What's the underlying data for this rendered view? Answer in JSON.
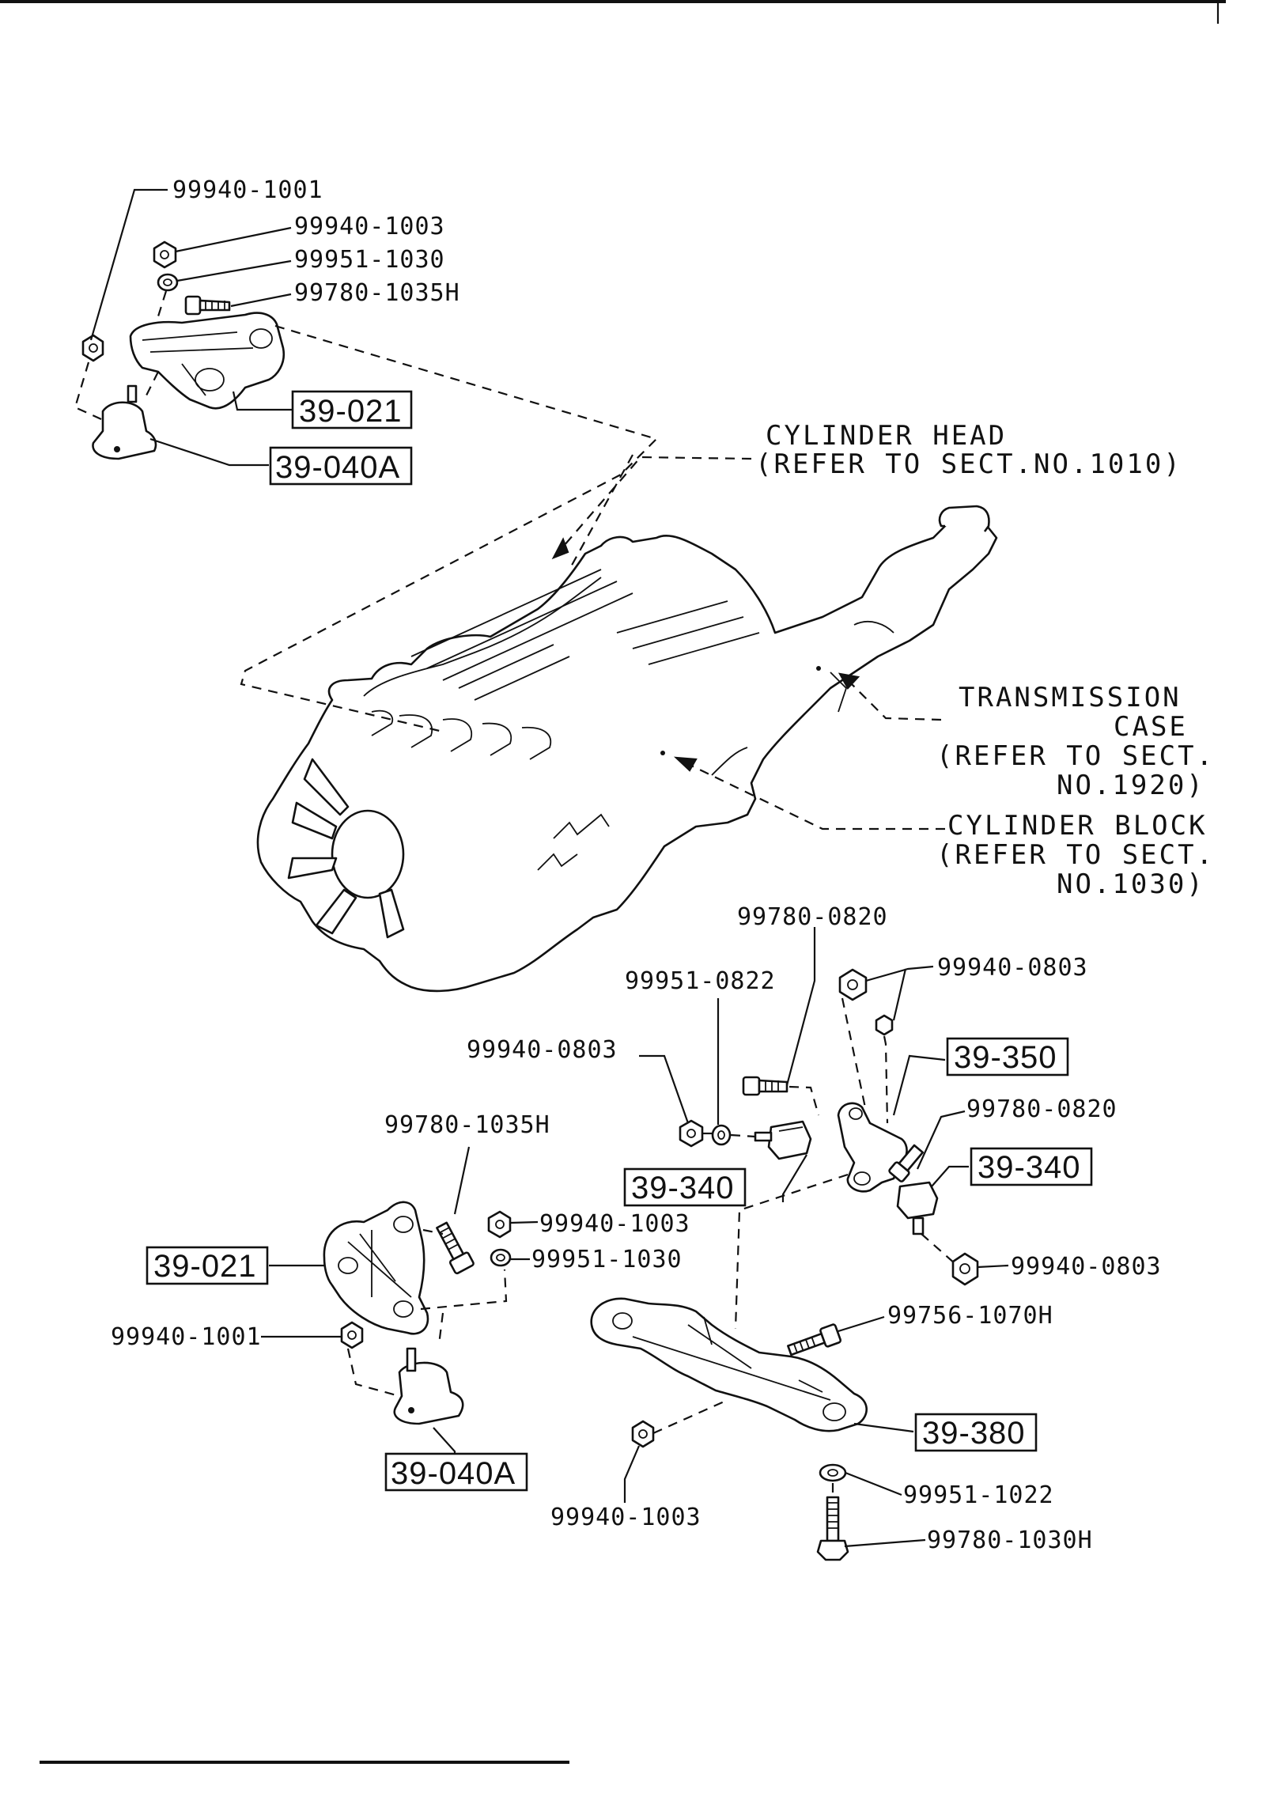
{
  "colors": {
    "ink": "#111111",
    "paper": "#ffffff"
  },
  "labels": {
    "upper": {
      "nut_1001": "99940-1001",
      "nut_1003": "99940-1003",
      "washer_1030": "99951-1030",
      "bolt_1035h": "99780-1035H",
      "bracket": "39-021",
      "mount": "39-040A"
    },
    "references": {
      "cylinder_head": [
        "CYLINDER HEAD",
        "(REFER TO SECT.NO.1010)"
      ],
      "transmission_case": [
        "TRANSMISSION",
        "CASE",
        "(REFER TO SECT.",
        "NO.1920)"
      ],
      "cylinder_block": [
        "CYLINDER BLOCK",
        "(REFER TO SECT.",
        "NO.1030)"
      ]
    },
    "lower_left": {
      "bolt_1035h": "99780-1035H",
      "nut_1003": "99940-1003",
      "washer_1030": "99951-1030",
      "bracket": "39-021",
      "nut_1001": "99940-1001",
      "mount": "39-040A"
    },
    "rear": {
      "bolt_0820_top": "99780-0820",
      "washer_0822": "99951-0822",
      "nut_0803_top": "99940-0803",
      "nut_0803_left": "99940-0803",
      "bracket_350": "39-350",
      "bolt_0820_right": "99780-0820",
      "mount_340_right": "39-340",
      "mount_340_left": "39-340",
      "nut_0803_bottom": "99940-0803",
      "bolt_1070h": "99756-1070H",
      "crossmember": "39-380",
      "washer_1022": "99951-1022",
      "bolt_1030h": "99780-1030H",
      "nut_1003": "99940-1003"
    }
  }
}
